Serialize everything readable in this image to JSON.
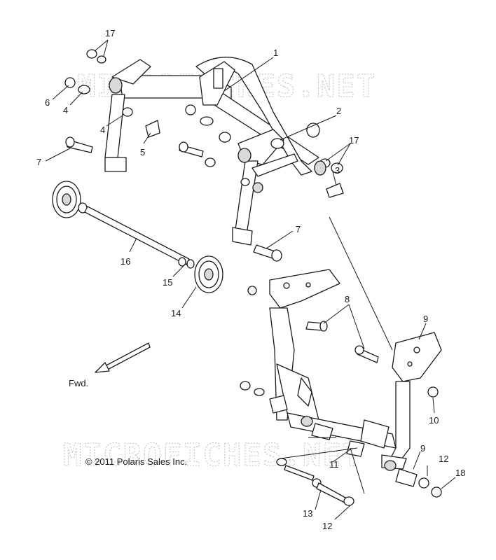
{
  "watermark": "MICROFICHES.NET",
  "copyright": "© 2011 Polaris Sales Inc.",
  "direction_label": "Fwd.",
  "callouts": {
    "c1": "1",
    "c2": "2",
    "c3": "3",
    "c4a": "4",
    "c4b": "4",
    "c5": "5",
    "c6": "6",
    "c7a": "7",
    "c7b": "7",
    "c8": "8",
    "c9a": "9",
    "c9b": "9",
    "c10": "10",
    "c11": "11",
    "c12a": "12",
    "c12b": "12",
    "c13": "13",
    "c14": "14",
    "c15": "15",
    "c16": "16",
    "c17a": "17",
    "c17b": "17",
    "c18": "18"
  }
}
